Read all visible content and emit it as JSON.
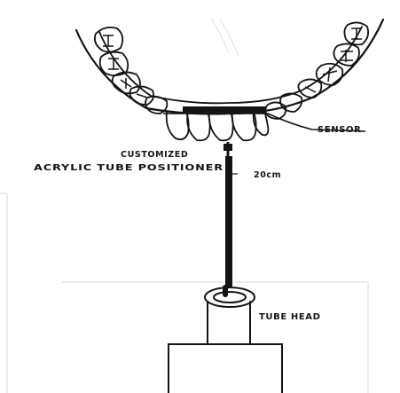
{
  "labels": {
    "sensor": "SENSOR",
    "customized": "CUSTOMIZED",
    "acrylic_tube_positioner": "ACRYLIC TUBE POSITIONER",
    "distance": "20cm",
    "tube_head": "TUBE HEAD"
  },
  "colors": {
    "ink": "#141414",
    "paper": "#ffffff",
    "faint_lines": "#cfcfcf"
  }
}
